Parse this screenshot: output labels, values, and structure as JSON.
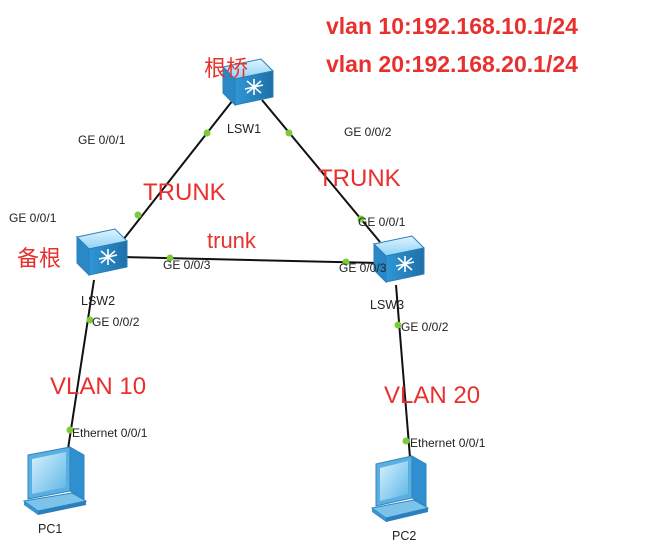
{
  "vlan_info": {
    "line1": "vlan 10:192.168.10.1/24",
    "line2": "vlan 20:192.168.20.1/24"
  },
  "roles": {
    "root": "根桥",
    "backup_root": "备根"
  },
  "devices": {
    "lsw1": "LSW1",
    "lsw2": "LSW2",
    "lsw3": "LSW3",
    "pc1": "PC1",
    "pc2": "PC2"
  },
  "links": {
    "lsw1_lsw2": "TRUNK",
    "lsw1_lsw3": "TRUNK",
    "lsw2_lsw3": "trunk",
    "lsw2_pc1": "VLAN 10",
    "lsw3_pc2": "VLAN 20"
  },
  "ports": {
    "lsw1_to_lsw2": "GE 0/0/1",
    "lsw1_to_lsw3": "GE 0/0/2",
    "lsw2_to_lsw1": "GE 0/0/1",
    "lsw2_to_lsw3": "GE 0/0/3",
    "lsw2_to_pc1": "GE 0/0/2",
    "lsw3_to_lsw1": "GE 0/0/1",
    "lsw3_to_lsw2": "GE 0/0/3",
    "lsw3_to_pc2": "GE 0/0/2",
    "pc1_port": "Ethernet 0/0/1",
    "pc2_port": "Ethernet 0/0/1"
  },
  "colors": {
    "annotation": "#e8312f",
    "switch_body": "#3fa9e6",
    "port_dot": "#7ccb3a",
    "link": "#111111"
  }
}
